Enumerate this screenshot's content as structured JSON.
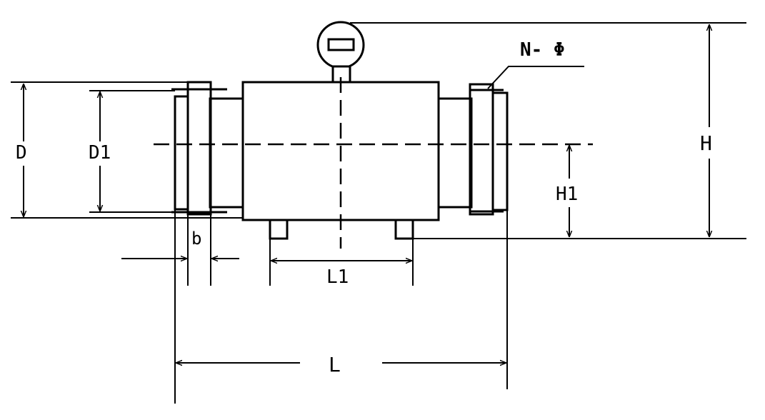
{
  "diagram": {
    "labels": {
      "D": "D",
      "D1": "D1",
      "b": "b",
      "L1": "L1",
      "L": "L",
      "H": "H",
      "H1": "H1",
      "N_phi": "N- Φ"
    },
    "colors": {
      "line": "#000000",
      "background": "#ffffff"
    }
  }
}
